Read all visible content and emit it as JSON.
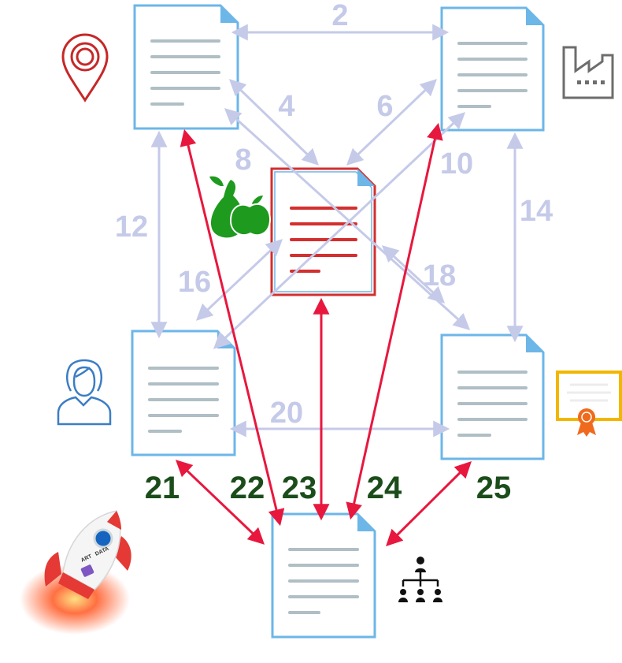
{
  "labels": {
    "l2": "2",
    "l4": "4",
    "l6": "6",
    "l8": "8",
    "l10": "10",
    "l12": "12",
    "l14": "14",
    "l16": "16",
    "l18": "18",
    "l20": "20",
    "l21": "21",
    "l22": "22",
    "l23": "23",
    "l24": "24",
    "l25": "25"
  },
  "badge_text": {
    "line1": "ART",
    "line2": "DATA"
  },
  "colors": {
    "doc_border": "#6cb6e8",
    "doc_fold": "#6cb6e8",
    "doc_lines": "#b0bec5",
    "central_lines": "#d32f2f",
    "central_border": "#d32f2f",
    "arrow_light": "#c5cae9",
    "arrow_red": "#e8173e",
    "label_light": "#c5cae9",
    "label_dark": "#1b4d1b",
    "pin": "#c62828",
    "factory": "#6d6d6d",
    "fruit": "#1e9a1e",
    "person": "#3b7dc4",
    "certificate": "#f2b600",
    "ribbon": "#f06a1d",
    "org_chart": "#111111"
  },
  "icons": {
    "top_left_icon": "location-pin-icon",
    "top_right_icon": "factory-icon",
    "center_icon": "fruit-icon",
    "mid_left_icon": "person-icon",
    "mid_right_icon": "certificate-icon",
    "bottom_icon": "org-chart-icon",
    "corner_icon": "rocket-icon"
  }
}
